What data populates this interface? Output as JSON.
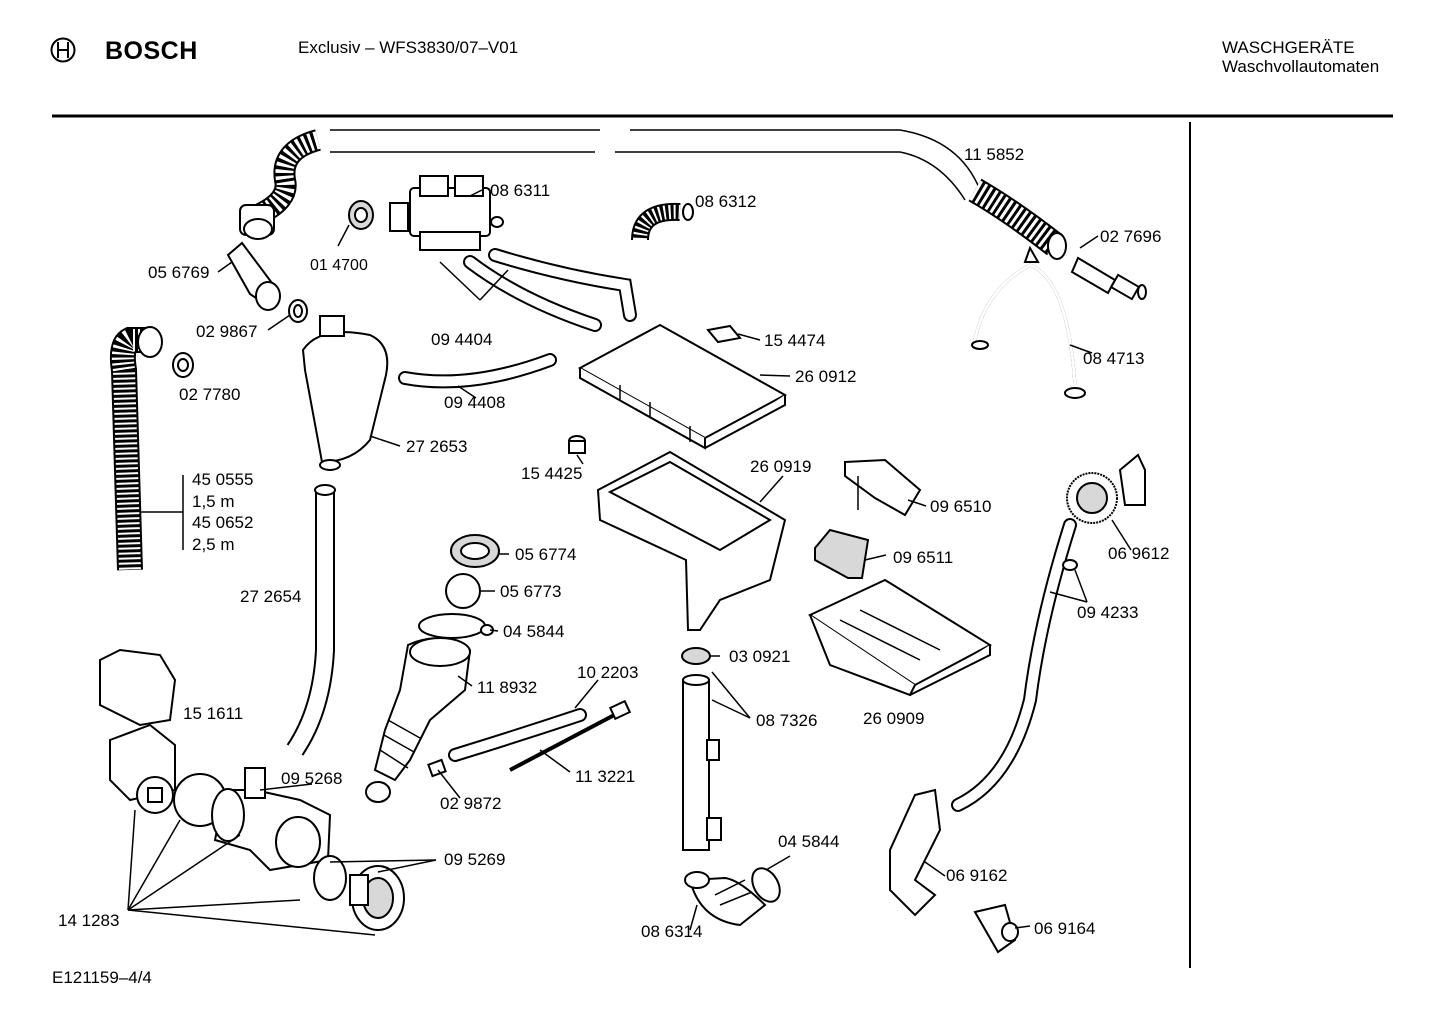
{
  "header": {
    "brand": "BOSCH",
    "model": "Exclusiv – WFS3830/07–V01",
    "category_line1": "WASCHGERÄTE",
    "category_line2": "Waschvollautomaten"
  },
  "footer": {
    "doc_id": "E121159–4/4"
  },
  "parts": [
    {
      "id": "p115852",
      "label": "11 5852"
    },
    {
      "id": "p086311",
      "label": "08 6311"
    },
    {
      "id": "p086312",
      "label": "08 6312"
    },
    {
      "id": "p027696",
      "label": "02 7696"
    },
    {
      "id": "p014700",
      "label": "01 4700"
    },
    {
      "id": "p056769",
      "label": "05 6769"
    },
    {
      "id": "p029867",
      "label": "02 9867"
    },
    {
      "id": "p094404",
      "label": "09 4404"
    },
    {
      "id": "p154474",
      "label": "15 4474"
    },
    {
      "id": "p084713",
      "label": "08 4713"
    },
    {
      "id": "p027780",
      "label": "02 7780"
    },
    {
      "id": "p260912",
      "label": "26 0912"
    },
    {
      "id": "p094408",
      "label": "09 4408"
    },
    {
      "id": "p272653",
      "label": "27 2653"
    },
    {
      "id": "p154425",
      "label": "15 4425"
    },
    {
      "id": "p260919",
      "label": "26 0919"
    },
    {
      "id": "p450555",
      "label": "45 0555"
    },
    {
      "id": "p15m",
      "label": "1,5 m"
    },
    {
      "id": "p450652",
      "label": "45 0652"
    },
    {
      "id": "p25m",
      "label": "2,5 m"
    },
    {
      "id": "p096510",
      "label": "09 6510"
    },
    {
      "id": "p069612",
      "label": "06 9612"
    },
    {
      "id": "p056774",
      "label": "05 6774"
    },
    {
      "id": "p096511",
      "label": "09 6511"
    },
    {
      "id": "p094233",
      "label": "09 4233"
    },
    {
      "id": "p272654",
      "label": "27 2654"
    },
    {
      "id": "p056773",
      "label": "05 6773"
    },
    {
      "id": "p045844a",
      "label": "04 5844"
    },
    {
      "id": "p030921",
      "label": "03 0921"
    },
    {
      "id": "p102203",
      "label": "10 2203"
    },
    {
      "id": "p118932",
      "label": "11 8932"
    },
    {
      "id": "p151611",
      "label": "15 1611"
    },
    {
      "id": "p087326",
      "label": "08 7326"
    },
    {
      "id": "p260909",
      "label": "26 0909"
    },
    {
      "id": "p113221",
      "label": "11 3221"
    },
    {
      "id": "p095268",
      "label": "09 5268"
    },
    {
      "id": "p029872",
      "label": "02 9872"
    },
    {
      "id": "p045844b",
      "label": "04 5844"
    },
    {
      "id": "p095269",
      "label": "09 5269"
    },
    {
      "id": "p069162",
      "label": "06 9162"
    },
    {
      "id": "p141283",
      "label": "14 1283"
    },
    {
      "id": "p086314",
      "label": "08 6314"
    },
    {
      "id": "p069164",
      "label": "06 9164"
    }
  ]
}
